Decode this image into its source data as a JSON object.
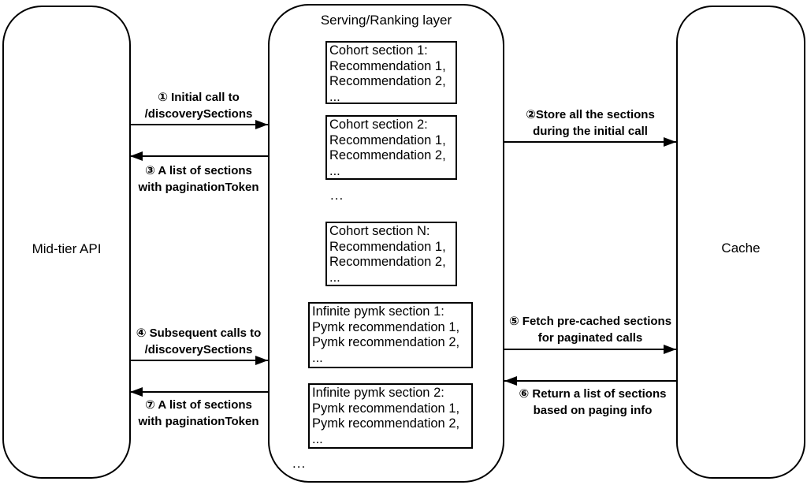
{
  "nodes": {
    "mid_tier": {
      "label": "Mid-tier API"
    },
    "serving": {
      "title": "Serving/Ranking layer",
      "sections": [
        {
          "l1": "Cohort section 1:",
          "l2": "Recommendation 1,",
          "l3": "Recommendation 2,",
          "l4": "..."
        },
        {
          "l1": "Cohort section 2:",
          "l2": "Recommendation 1,",
          "l3": "Recommendation 2,",
          "l4": "..."
        },
        {
          "l1": "Cohort section N:",
          "l2": "Recommendation 1,",
          "l3": "Recommendation 2,",
          "l4": "..."
        },
        {
          "l1": "Infinite pymk section 1:",
          "l2": "Pymk recommendation 1,",
          "l3": "Pymk recommendation 2,",
          "l4": "..."
        },
        {
          "l1": "Infinite pymk section 2:",
          "l2": "Pymk recommendation 1,",
          "l3": "Pymk recommendation 2,",
          "l4": "..."
        }
      ],
      "ellipsis_between": "...",
      "ellipsis_bottom": "..."
    },
    "cache": {
      "label": "Cache"
    }
  },
  "arrows": {
    "a1": {
      "l1": "① Initial call to",
      "l2": "/discoverySections"
    },
    "a2": {
      "l1": "②Store all the sections",
      "l2": "during the initial call"
    },
    "a3": {
      "l1": "③ A list of sections",
      "l2": "with paginationToken"
    },
    "a4": {
      "l1": "④ Subsequent calls to",
      "l2": "/discoverySections"
    },
    "a5": {
      "l1": "⑤ Fetch pre-cached sections",
      "l2": "for paginated calls"
    },
    "a6": {
      "l1": "⑥ Return a list of sections",
      "l2": "based on paging info"
    },
    "a7": {
      "l1": "⑦ A list of sections",
      "l2": "with paginationToken"
    }
  },
  "colors": {
    "stroke": "#000000",
    "fill": "#ffffff"
  }
}
